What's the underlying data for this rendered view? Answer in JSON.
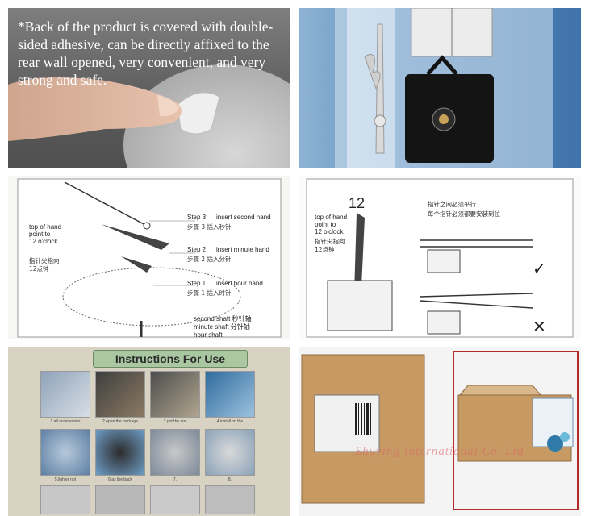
{
  "panel_adhesive": {
    "caption": "*Back of the product is covered with double-sided adhesive, can be directly affixed to the rear wall opened, very convenient, and very strong and safe."
  },
  "panel_steps": {
    "top_of_hand_1": "top of hand",
    "top_of_hand_2": "point to",
    "top_of_hand_3": "12 o'clock",
    "top_of_hand_cn_1": "指针尖指向",
    "top_of_hand_cn_2": "12点钟",
    "step3_label": "Step 3",
    "step3_text": "insert second hand",
    "step3_cn": "步骤 3   插入秒针",
    "step2_label": "Step 2",
    "step2_text": "insert minute hand",
    "step2_cn": "步骤 2   插入分针",
    "step1_label": "Step 1",
    "step1_text": "insert hour hand",
    "step1_cn": "步骤 1   插入时针",
    "second_shaft": "second shaft  秒针轴",
    "minute_shaft": "minute shaft  分针轴",
    "hour_shaft": "hour shaft"
  },
  "panel_parallel": {
    "number_12": "12",
    "top_of_hand_1": "top of hand",
    "top_of_hand_2": "point to",
    "top_of_hand_3": "12 o'clock",
    "top_of_hand_cn_1": "指针尖指向",
    "top_of_hand_cn_2": "12点钟",
    "parallel_cn_1": "指针之间必须平行",
    "parallel_cn_2": "每个指针必须都要安装到位",
    "check_mark": "✓",
    "cross_mark": "✕"
  },
  "panel_instructions": {
    "title": "Instructions For Use",
    "captions": [
      "1.all accessories",
      "2.open the package",
      "3.put the dial",
      "4.install on the",
      "5.lighter not",
      "6.as the back",
      "7.",
      "8."
    ]
  },
  "panel_package": {
    "watermark": "Shuying International Co.,Ltd"
  }
}
